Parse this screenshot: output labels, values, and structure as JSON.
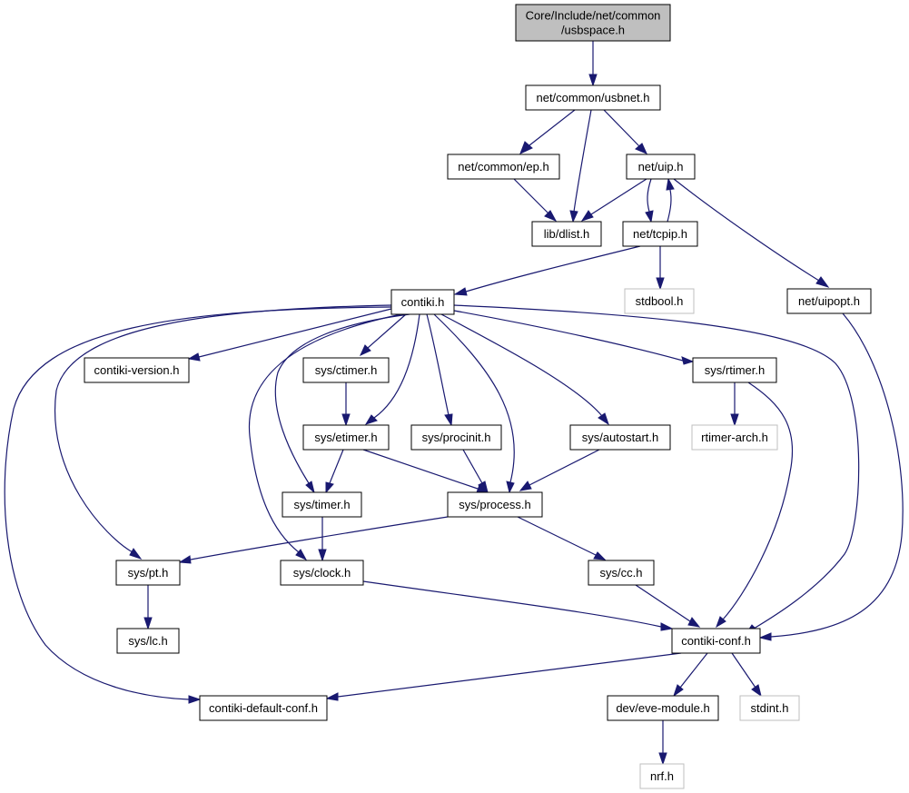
{
  "colors": {
    "root_fill": "#bfbfbf",
    "root_stroke": "#000000",
    "node_fill": "#ffffff",
    "node_stroke": "#000000",
    "external_stroke": "#bfbfbf",
    "edge": "#191970"
  },
  "nodes": [
    {
      "id": "usbspace",
      "lines": [
        "Core/Include/net/common",
        "/usbspace.h"
      ],
      "kind": "root"
    },
    {
      "id": "usbnet",
      "lines": [
        "net/common/usbnet.h"
      ],
      "kind": "file"
    },
    {
      "id": "ep",
      "lines": [
        "net/common/ep.h"
      ],
      "kind": "file"
    },
    {
      "id": "uip",
      "lines": [
        "net/uip.h"
      ],
      "kind": "file"
    },
    {
      "id": "dlist",
      "lines": [
        "lib/dlist.h"
      ],
      "kind": "file"
    },
    {
      "id": "tcpip",
      "lines": [
        "net/tcpip.h"
      ],
      "kind": "file"
    },
    {
      "id": "contiki",
      "lines": [
        "contiki.h"
      ],
      "kind": "file"
    },
    {
      "id": "stdbool",
      "lines": [
        "stdbool.h"
      ],
      "kind": "external"
    },
    {
      "id": "uipopt",
      "lines": [
        "net/uipopt.h"
      ],
      "kind": "file"
    },
    {
      "id": "contiki_version",
      "lines": [
        "contiki-version.h"
      ],
      "kind": "file"
    },
    {
      "id": "ctimer",
      "lines": [
        "sys/ctimer.h"
      ],
      "kind": "file"
    },
    {
      "id": "rtimer",
      "lines": [
        "sys/rtimer.h"
      ],
      "kind": "file"
    },
    {
      "id": "etimer",
      "lines": [
        "sys/etimer.h"
      ],
      "kind": "file"
    },
    {
      "id": "procinit",
      "lines": [
        "sys/procinit.h"
      ],
      "kind": "file"
    },
    {
      "id": "autostart",
      "lines": [
        "sys/autostart.h"
      ],
      "kind": "file"
    },
    {
      "id": "rtimer_arch",
      "lines": [
        "rtimer-arch.h"
      ],
      "kind": "external"
    },
    {
      "id": "timer",
      "lines": [
        "sys/timer.h"
      ],
      "kind": "file"
    },
    {
      "id": "process",
      "lines": [
        "sys/process.h"
      ],
      "kind": "file"
    },
    {
      "id": "pt",
      "lines": [
        "sys/pt.h"
      ],
      "kind": "file"
    },
    {
      "id": "clock",
      "lines": [
        "sys/clock.h"
      ],
      "kind": "file"
    },
    {
      "id": "cc",
      "lines": [
        "sys/cc.h"
      ],
      "kind": "file"
    },
    {
      "id": "lc",
      "lines": [
        "sys/lc.h"
      ],
      "kind": "file"
    },
    {
      "id": "contiki_conf",
      "lines": [
        "contiki-conf.h"
      ],
      "kind": "file"
    },
    {
      "id": "contiki_default_conf",
      "lines": [
        "contiki-default-conf.h"
      ],
      "kind": "file"
    },
    {
      "id": "eve_module",
      "lines": [
        "dev/eve-module.h"
      ],
      "kind": "file"
    },
    {
      "id": "stdint",
      "lines": [
        "stdint.h"
      ],
      "kind": "external"
    },
    {
      "id": "nrf",
      "lines": [
        "nrf.h"
      ],
      "kind": "external"
    }
  ],
  "edges": [
    {
      "from": "usbspace",
      "to": "usbnet"
    },
    {
      "from": "usbnet",
      "to": "ep"
    },
    {
      "from": "usbnet",
      "to": "dlist"
    },
    {
      "from": "usbnet",
      "to": "uip"
    },
    {
      "from": "ep",
      "to": "dlist"
    },
    {
      "from": "uip",
      "to": "dlist"
    },
    {
      "from": "uip",
      "to": "tcpip"
    },
    {
      "from": "uip",
      "to": "uipopt"
    },
    {
      "from": "tcpip",
      "to": "uip"
    },
    {
      "from": "tcpip",
      "to": "contiki"
    },
    {
      "from": "tcpip",
      "to": "stdbool"
    },
    {
      "from": "uipopt",
      "to": "contiki_conf"
    },
    {
      "from": "contiki",
      "to": "contiki_version"
    },
    {
      "from": "contiki",
      "to": "ctimer"
    },
    {
      "from": "contiki",
      "to": "etimer"
    },
    {
      "from": "contiki",
      "to": "timer"
    },
    {
      "from": "contiki",
      "to": "procinit"
    },
    {
      "from": "contiki",
      "to": "process"
    },
    {
      "from": "contiki",
      "to": "autostart"
    },
    {
      "from": "contiki",
      "to": "rtimer"
    },
    {
      "from": "contiki",
      "to": "contiki_conf"
    },
    {
      "from": "contiki",
      "to": "pt"
    },
    {
      "from": "contiki",
      "to": "clock"
    },
    {
      "from": "contiki",
      "to": "contiki_default_conf"
    },
    {
      "from": "ctimer",
      "to": "etimer"
    },
    {
      "from": "etimer",
      "to": "timer"
    },
    {
      "from": "etimer",
      "to": "process"
    },
    {
      "from": "procinit",
      "to": "process"
    },
    {
      "from": "autostart",
      "to": "process"
    },
    {
      "from": "rtimer",
      "to": "rtimer_arch"
    },
    {
      "from": "rtimer",
      "to": "contiki_conf"
    },
    {
      "from": "timer",
      "to": "clock"
    },
    {
      "from": "process",
      "to": "pt"
    },
    {
      "from": "process",
      "to": "cc"
    },
    {
      "from": "pt",
      "to": "lc"
    },
    {
      "from": "clock",
      "to": "contiki_conf"
    },
    {
      "from": "cc",
      "to": "contiki_conf"
    },
    {
      "from": "contiki_conf",
      "to": "contiki_default_conf"
    },
    {
      "from": "contiki_conf",
      "to": "eve_module"
    },
    {
      "from": "contiki_conf",
      "to": "stdint"
    },
    {
      "from": "eve_module",
      "to": "nrf"
    }
  ]
}
